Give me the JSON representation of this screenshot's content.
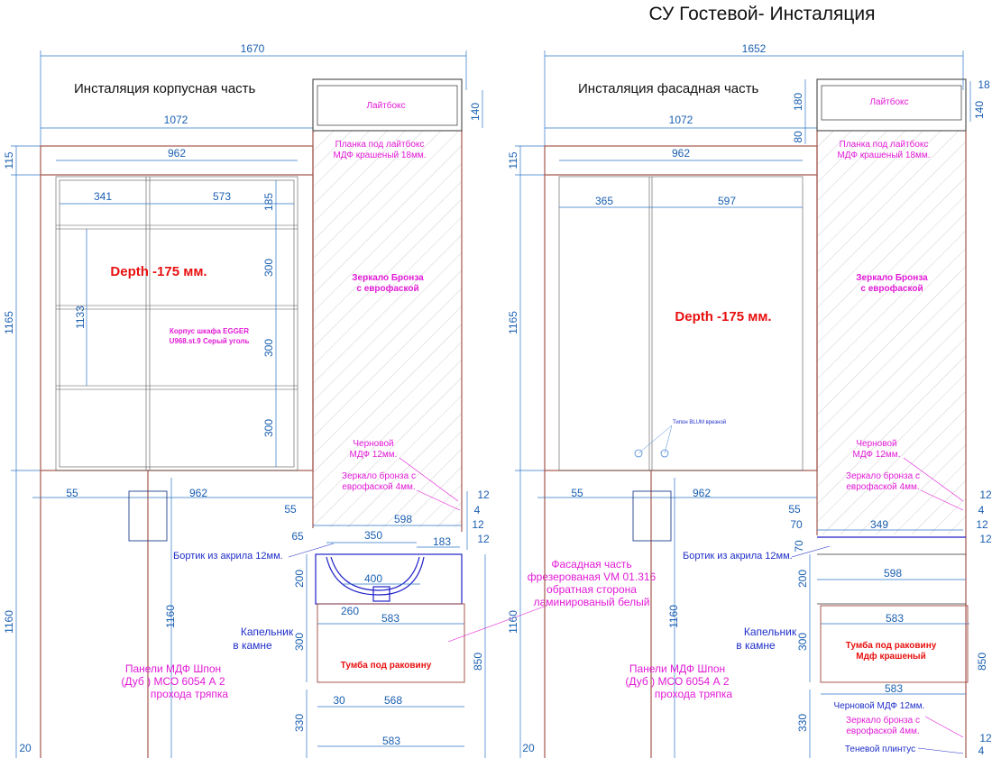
{
  "title": "СУ Гостевой- Инсталяция",
  "left": {
    "heading": "Инсталяция корпусная часть",
    "dims": {
      "total_width": "1670",
      "width_1072": "1072",
      "width_962": "962",
      "cell_341": "341",
      "cell_573": "573",
      "row_185": "185",
      "row_300a": "300",
      "row_300b": "300",
      "row_300c": "300",
      "height_1133": "1133",
      "height_115": "115",
      "height_1165": "1165",
      "height_1160": "1160",
      "inner_1160": "1160",
      "gap_55a": "55",
      "bottom_962": "962",
      "gap_55b": "55",
      "d_140": "140",
      "d_12a": "12",
      "d_4": "4",
      "d_12b": "12",
      "d_12c": "12",
      "d_598": "598",
      "d_65": "65",
      "d_350": "350",
      "d_183": "183",
      "d_400": "400",
      "d_200": "200",
      "d_260": "260",
      "d_583a": "583",
      "d_300": "300",
      "d_850": "850",
      "d_30": "30",
      "d_568": "568",
      "d_330": "330",
      "d_583b": "583",
      "d_20": "20"
    },
    "labels": {
      "lightbox": "Лайтбокс",
      "plank_l1": "Планка под лайтбокс",
      "plank_l2": "МДФ крашеный 18мм.",
      "mirror_l1": "Зеркало Бронза",
      "mirror_l2": "с еврофаской",
      "depth": "Depth -175 мм.",
      "carcass_l1": "Корпус шкафа   EGGER",
      "carcass_l2": "U968.st.9 Серый уголь",
      "rough_l1": "Черновой",
      "rough_l2": "МДФ 12мм.",
      "mirror4_l1": "Зеркало бронза с",
      "mirror4_l2": "еврофаской 4мм.",
      "acrylic": "Бортик из акрила 12мм.",
      "drip_l1": "Капельник",
      "drip_l2": "в камне",
      "panels_l1": "Панели МДФ Шпон",
      "panels_l2": "(Дуб ) МСО 6054 А 2",
      "panels_l3": "прохода тряпка",
      "cabinet": "Тумба под раковину"
    }
  },
  "middle_note": {
    "l1": "Фасадная часть",
    "l2": "фрезерованая VM 01.316",
    "l3": "обратная сторона",
    "l4": "ламинированый белый"
  },
  "right": {
    "heading": "Инсталяция фасадная часть",
    "dims": {
      "total_width": "1652",
      "width_1072": "1072",
      "width_962": "962",
      "cell_365": "365",
      "cell_597": "597",
      "height_115": "115",
      "height_1165": "1165",
      "height_1160": "1160",
      "inner_1160": "1160",
      "gap_55a": "55",
      "bottom_962": "962",
      "gap_55b": "55",
      "d_180": "180",
      "d_80": "80",
      "d_140": "140",
      "d_18": "18",
      "d_12a": "12",
      "d_4": "4",
      "d_12b": "12",
      "d_12c": "12",
      "d_70a": "70",
      "d_349": "349",
      "d_70b": "70",
      "d_598": "598",
      "d_200": "200",
      "d_583a": "583",
      "d_300": "300",
      "d_850": "850",
      "d_583b": "583",
      "d_330": "330",
      "d_12d": "12",
      "d_4b": "4",
      "d_20": "20"
    },
    "labels": {
      "lightbox": "Лайтбокс",
      "plank_l1": "Планка под лайтбокс",
      "plank_l2": "МДФ крашеный 18мм.",
      "mirror_l1": "Зеркало Бронза",
      "mirror_l2": "с еврофаской",
      "depth": "Depth -175 мм.",
      "blum": "Типон BLUM врезной",
      "rough_l1": "Черновой",
      "rough_l2": "МДФ 12мм.",
      "mirror4_l1": "Зеркало бронза с",
      "mirror4_l2": "еврофаской 4мм.",
      "acrylic": "Бортик из акрила 12мм.",
      "drip_l1": "Капельник",
      "drip_l2": "в камне",
      "panels_l1": "Панели МДФ Шпон",
      "panels_l2": "(Дуб ) МСО 6054 А 2",
      "panels_l3": "прохода тряпка",
      "cabinet_l1": "Тумба под раковину",
      "cabinet_l2": "Мдф крашеный",
      "rough_bottom": "Черновой МДФ 12мм.",
      "mirror_b_l1": "Зеркало бронза с",
      "mirror_b_l2": "еврофаской 4мм.",
      "shadow_plinth": "Теневой плинтус"
    }
  }
}
